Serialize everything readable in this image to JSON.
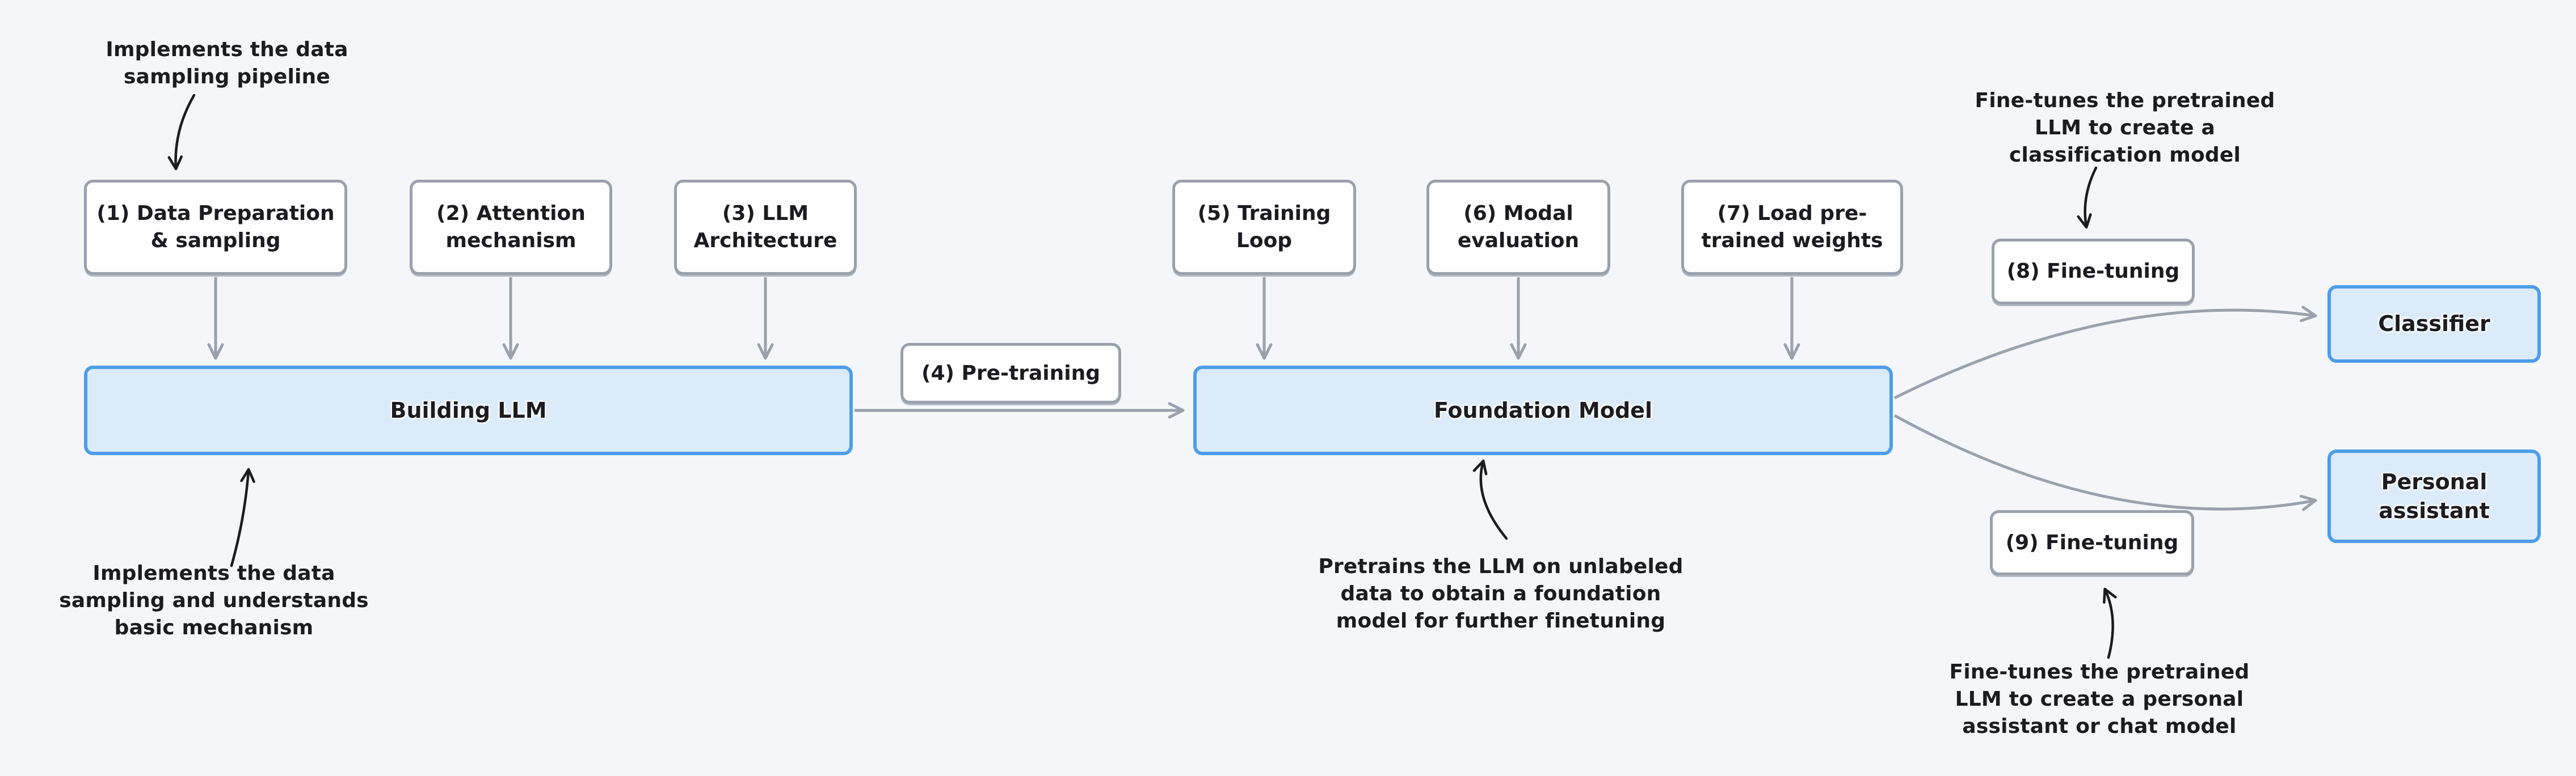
{
  "diagram": {
    "title": "LLM building pipeline diagram",
    "colors": {
      "background": "#f4f6f9",
      "ink": "#1b1b20",
      "gray_stroke": "#9aa1ac",
      "blue_stroke": "#4d9de9",
      "blue_fill": "#dcebfa",
      "white_fill": "#fefefe"
    },
    "nodes": {
      "step1": {
        "label": "(1)  Data Preparation\n& sampling"
      },
      "step2": {
        "label": "(2) Attention\nmechanism"
      },
      "step3": {
        "label": "(3) LLM\nArchitecture"
      },
      "step4": {
        "label": "(4) Pre-training"
      },
      "step5": {
        "label": "(5) Training\nLoop"
      },
      "step6": {
        "label": "(6) Modal\nevaluation"
      },
      "step7": {
        "label": "(7) Load pre-\ntrained weights"
      },
      "step8": {
        "label": "(8) Fine-tuning"
      },
      "step9": {
        "label": "(9) Fine-tuning"
      },
      "building_llm": {
        "label": "Building LLM"
      },
      "foundation_model": {
        "label": "Foundation Model"
      },
      "classifier": {
        "label": "Classifier"
      },
      "personal_assistant": {
        "label": "Personal\nassistant"
      }
    },
    "annotations": {
      "top_left": {
        "text": "Implements the data\nsampling pipeline"
      },
      "bottom_left": {
        "text": "Implements the data\nsampling and understands\nbasic mechanism"
      },
      "foundation_note": {
        "text": "Pretrains the LLM on unlabeled\ndata to obtain a foundation\nmodel for further finetuning"
      },
      "top_right": {
        "text": "Fine-tunes the pretrained\nLLM to create a\nclassification model"
      },
      "bottom_right": {
        "text": "Fine-tunes the pretrained\nLLM to create a personal\nassistant or chat model"
      }
    }
  }
}
